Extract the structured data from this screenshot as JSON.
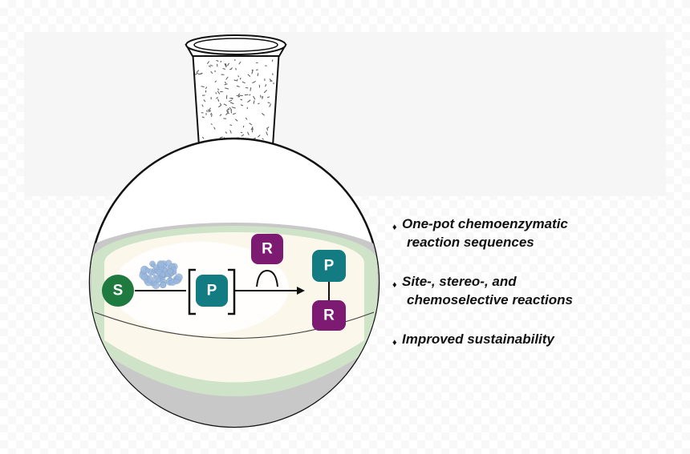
{
  "diagram": {
    "nodes": {
      "substrate": "S",
      "product_intermediate": "P",
      "reagent": "R",
      "product_final": "P",
      "reagent_final": "R"
    },
    "colors": {
      "substrate": "#1f7a3f",
      "product": "#127c82",
      "reagent": "#7d1a72",
      "liquid_outer": "#c6c6c6",
      "liquid_green": "#cfe3c8",
      "liquid_inner": "#fbf7ea",
      "enzyme": "#9ab7dc"
    }
  },
  "bullets": [
    {
      "marker": "♦",
      "line1": "One-pot chemoenzymatic",
      "line2": "reaction sequences"
    },
    {
      "marker": "♦",
      "line1": "Site-, stereo-, and",
      "line2": "chemoselective reactions"
    },
    {
      "marker": "♦",
      "line1": "Improved sustainability",
      "line2": ""
    }
  ]
}
